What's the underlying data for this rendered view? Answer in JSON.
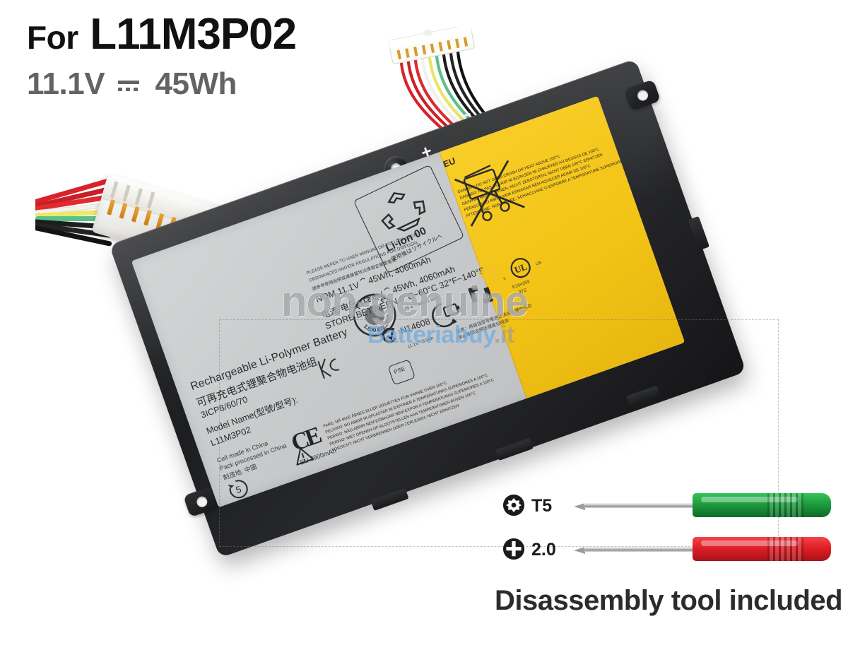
{
  "header": {
    "for_label": "For",
    "model": "L11M3P02",
    "voltage": "11.1V",
    "dc_symbol": "dc-symbol",
    "capacity": "45Wh"
  },
  "connector_inset": {
    "name": "battery-connector-closeup",
    "wire_colors": [
      "#d8232a",
      "#d8232a",
      "#d8232a",
      "#f2f2ee",
      "#ece86a",
      "#5cc08a",
      "#1d1d1d",
      "#1d1d1d",
      "#1d1d1d"
    ],
    "pin_count": 9
  },
  "battery": {
    "terminal_plus": "+",
    "terminal_minus": "−",
    "label": {
      "line_type": "Rechargeable Li-Polymer Battery",
      "line_type_cn": "可再充电式锂聚合物电池组",
      "cell_code": "3ICP8/60/70",
      "model_name_label": "Model Name(型號/型号):",
      "model_name_value": "L11M3P02",
      "origin_cell": "Cell made in China",
      "origin_pack": "Pack processed in China",
      "origin_cn": "制造地: 中国",
      "ce_mark": "CE",
      "eu_capacity": "EU 3900mAh",
      "rohs_number": "5",
      "refer_line1": "PLEASE REFER TO USER MANUAL OR FOLLOW LOCAL",
      "refer_line2": "ORDINANCES AND/OR REGULATIONS FOR DISPOSAL",
      "refer_cn": "請參考使用說明或遵循當地法律規定棄置電池",
      "nom_line": "NOM 11.1V ⏞ 45Wh, 4060mAh",
      "nom_cn_line": "电流/电压: 11.1V ⏞ 45Wh, 4060mAh",
      "store_line": "STORE BETWEEN 0°C~60°C  32°F~140°F",
      "n_number": "N14608",
      "c_tick": "C",
      "rating_small": "11.1V⏞ 3.9Ah",
      "pse_mark": "PSE",
      "ul_code": "E184259",
      "ul_code2": "9TS",
      "ul_c": "c",
      "ul_us": "US",
      "eu_bin_label": "EU",
      "recycle_liion": "Li-ion 00",
      "recycle_jp": "使用後はリサイクルへ",
      "recycle_badge_word": "RECYCLE",
      "recycle_phone": "1.800.822.8837",
      "recycle_region": "US & Canada Only",
      "kc_mark": "KC",
      "warnings": [
        "DANGER: DO NOT OPEN CRUSH OR HEAT ABOVE 100°C",
        "DANGER: NE PAS OUVRIR NI ECRASER NI CHAUFFER AU-DESSUS DE 100°C",
        "GEFAHR: NICHT ÖFFNEN, NICHT ZERSTÖREN, NICHT ÜBER 100°C ERHITZEN",
        "PERIGO: NÃO ABRIR NEM ESMAGAR NEM AQUECER ACIMA DE 100°C",
        "ATTENZIONE: NON APRIRE, SCHIACCIARE O ESPORRE A TEMPERATURE SUPERIORI A 100°C"
      ],
      "warnings2": [
        "FARE: MÅ IKKE ÅBNES ELLER UDSÆTTES FOR VARME OVER 100°C",
        "PELIGRO: NO ABRIR NI APLASTAR NI EXPONER A TEMPERATURAS SUPERIORES A 100°C",
        "PERIGO: NÃO ABRIR NEM ESMAGAR NEM EXPOR A TEMPERATURAS SUPERIORES A 100°C",
        "PERIGO: NIET OPENEN OF BLOOTSTELLEN AAN TEMPERATUREN BOVEN 100°C",
        "VORSICHT: NICHT VERBRENNEN ODER ZERLEGEN, NICHT ERHITZEN"
      ],
      "warn_cn": "注意：用错误型号电池替换会有爆炸危险 务必按照说明处理废旧电池"
    }
  },
  "watermarks": {
    "non_genuine": "non-genuine",
    "brand_main": "Batteria",
    "brand_suffix": "buy",
    "brand_tld": ".it",
    "brand_color": "#6eaae1"
  },
  "tools": {
    "rows": [
      {
        "icon": "torx-icon",
        "label": "T5",
        "handle_color": "#1f9c3e",
        "handle_color_dark": "#0c6b27"
      },
      {
        "icon": "phillips-icon",
        "label": "2.0",
        "handle_color": "#e01f26",
        "handle_color_dark": "#a8121a"
      }
    ],
    "caption": "Disassembly tool included"
  }
}
